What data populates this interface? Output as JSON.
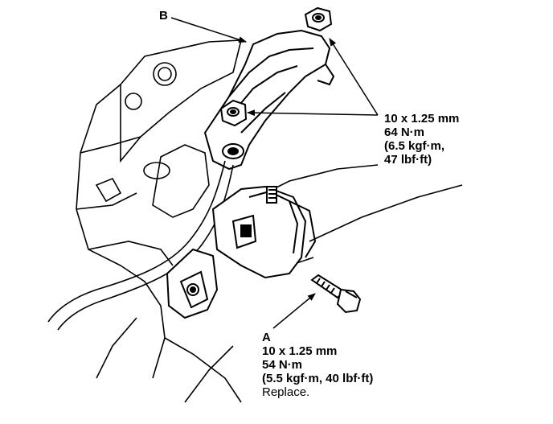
{
  "labels": {
    "a": "A",
    "b": "B"
  },
  "spec_top": {
    "size": "10 x 1.25 mm",
    "torque_nm": "64 N·m",
    "torque_kgf": "(6.5 kgf·m,",
    "torque_lbf": "47 lbf·ft)"
  },
  "spec_bottom": {
    "size": "10 x 1.25 mm",
    "torque_nm": "54 N·m",
    "torque_alt": "(5.5 kgf·m, 40 lbf·ft)",
    "note": "Replace."
  },
  "colors": {
    "ink": "#000000",
    "paper": "#ffffff"
  }
}
